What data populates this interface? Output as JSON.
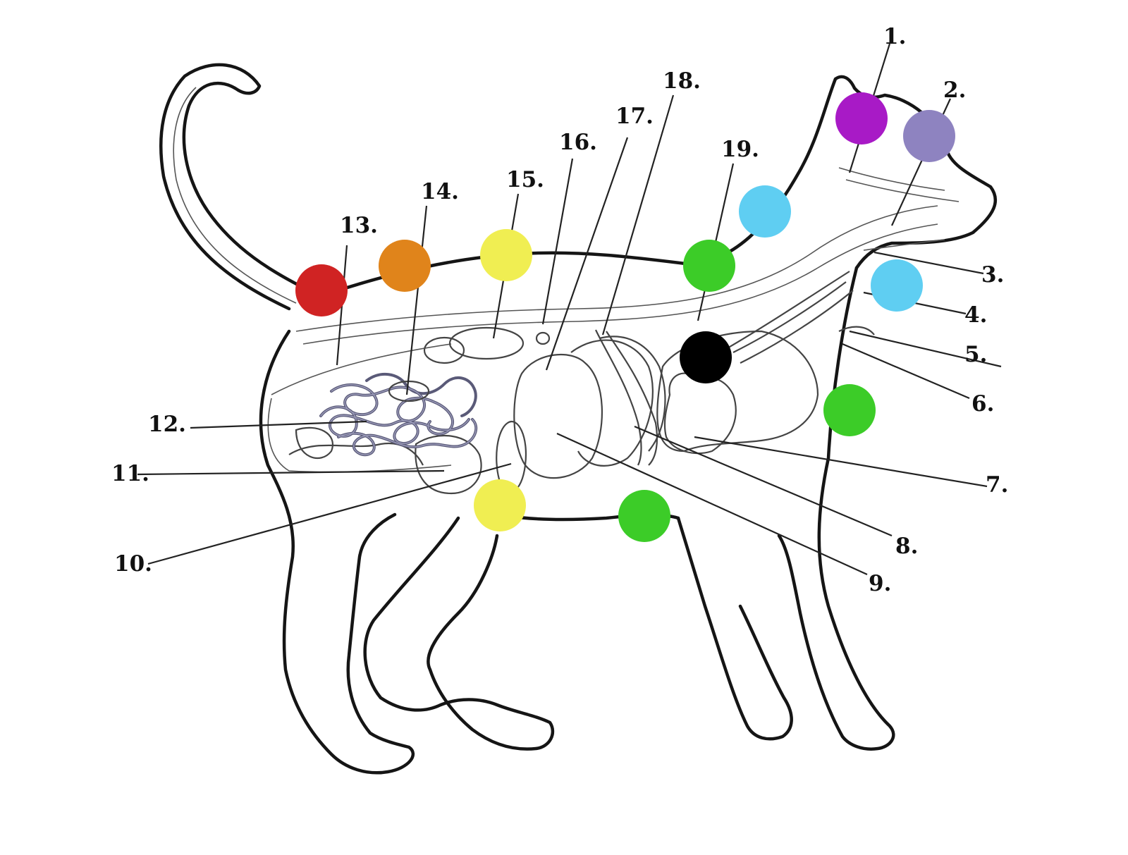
{
  "diagram": {
    "labels": [
      {
        "id": "1",
        "text": "1."
      },
      {
        "id": "2",
        "text": "2."
      },
      {
        "id": "3",
        "text": "3."
      },
      {
        "id": "4",
        "text": "4."
      },
      {
        "id": "5",
        "text": "5."
      },
      {
        "id": "6",
        "text": "6."
      },
      {
        "id": "7",
        "text": "7."
      },
      {
        "id": "8",
        "text": "8."
      },
      {
        "id": "9",
        "text": "9."
      },
      {
        "id": "10",
        "text": "10."
      },
      {
        "id": "11",
        "text": "11."
      },
      {
        "id": "12",
        "text": "12."
      },
      {
        "id": "13",
        "text": "13."
      },
      {
        "id": "14",
        "text": "14."
      },
      {
        "id": "15",
        "text": "15."
      },
      {
        "id": "16",
        "text": "16."
      },
      {
        "id": "17",
        "text": "17."
      },
      {
        "id": "18",
        "text": "18."
      },
      {
        "id": "19",
        "text": "19."
      }
    ],
    "markers": [
      {
        "name": "marker-purple",
        "color": "#a81ac6"
      },
      {
        "name": "marker-lavender",
        "color": "#8e83c0"
      },
      {
        "name": "marker-sky-upper",
        "color": "#5fcef2"
      },
      {
        "name": "marker-sky-neck",
        "color": "#5fcef2"
      },
      {
        "name": "marker-green-back",
        "color": "#3ccc28"
      },
      {
        "name": "marker-black",
        "color": "#000000"
      },
      {
        "name": "marker-green-chest",
        "color": "#3ccc28"
      },
      {
        "name": "marker-green-belly",
        "color": "#3ccc28"
      },
      {
        "name": "marker-yellow-back",
        "color": "#f0ee52"
      },
      {
        "name": "marker-yellow-belly",
        "color": "#f0ee52"
      },
      {
        "name": "marker-orange",
        "color": "#e0841b"
      },
      {
        "name": "marker-red",
        "color": "#d02323"
      }
    ]
  }
}
